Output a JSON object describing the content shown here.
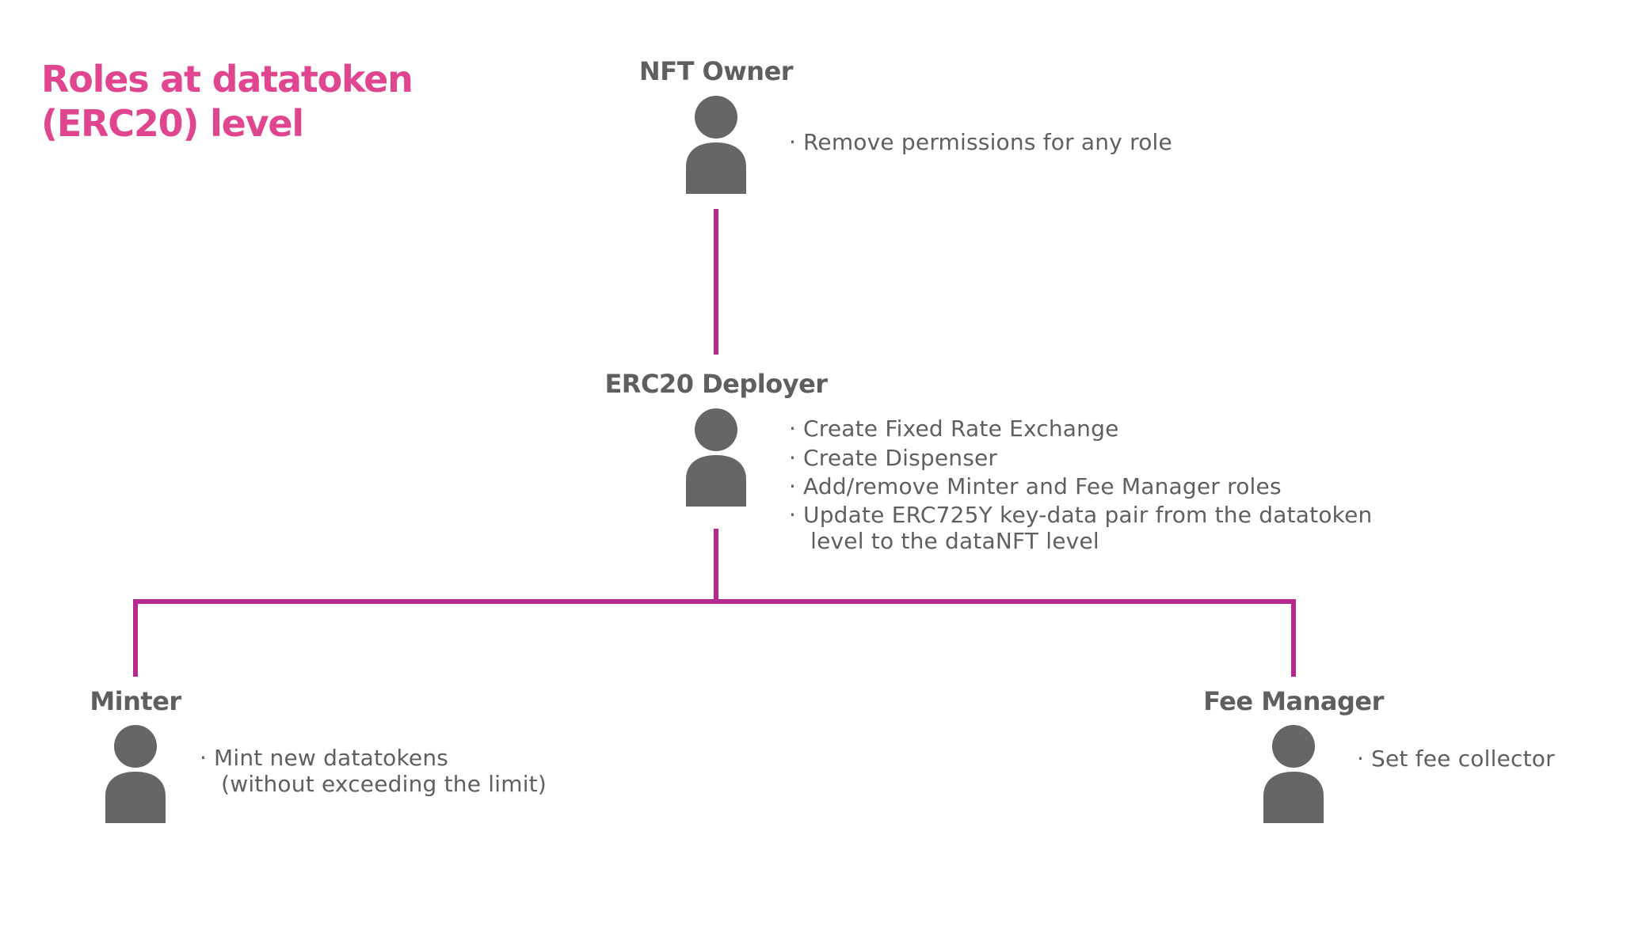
{
  "title": {
    "line1": "Roles at datatoken",
    "line2": "(ERC20) level"
  },
  "colors": {
    "title": "#e0468f",
    "connector": "#b5298f",
    "text": "#5f5f5f",
    "icon": "#666666"
  },
  "roles": {
    "nft_owner": {
      "name": "NFT Owner",
      "icon": "person-icon",
      "permissions": [
        "Remove permissions for any role"
      ]
    },
    "erc20_deployer": {
      "name": "ERC20 Deployer",
      "icon": "person-icon",
      "permissions": [
        "Create Fixed Rate Exchange",
        "Create Dispenser",
        "Add/remove Minter and Fee Manager roles",
        "Update ERC725Y key-data pair from the datatoken\n level to the dataNFT level"
      ]
    },
    "minter": {
      "name": "Minter",
      "icon": "person-icon",
      "permissions": [
        "Mint new datatokens\n (without exceeding the limit)"
      ]
    },
    "fee_manager": {
      "name": "Fee Manager",
      "icon": "person-icon",
      "permissions": [
        "Set fee collector"
      ]
    }
  }
}
